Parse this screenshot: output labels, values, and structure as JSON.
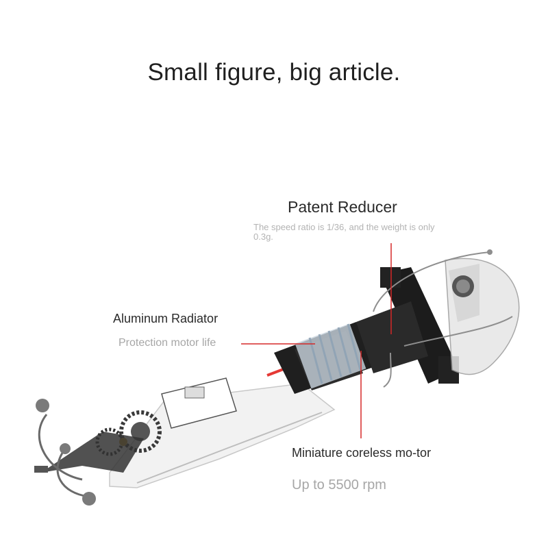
{
  "headline": "Small figure, big article.",
  "callouts": {
    "reducer": {
      "title": "Patent Reducer",
      "subtitle": "The speed ratio is 1/36, and the weight is only 0.3g."
    },
    "radiator": {
      "title": "Aluminum Radiator",
      "subtitle": "Protection motor life"
    },
    "motor": {
      "title": "Miniature coreless mo-tor",
      "subtitle": "Up to 5500 rpm"
    }
  },
  "colors": {
    "leader_line": "#d62828",
    "title_text": "#2a2a2a",
    "subtitle_text": "#a6a6a6"
  }
}
